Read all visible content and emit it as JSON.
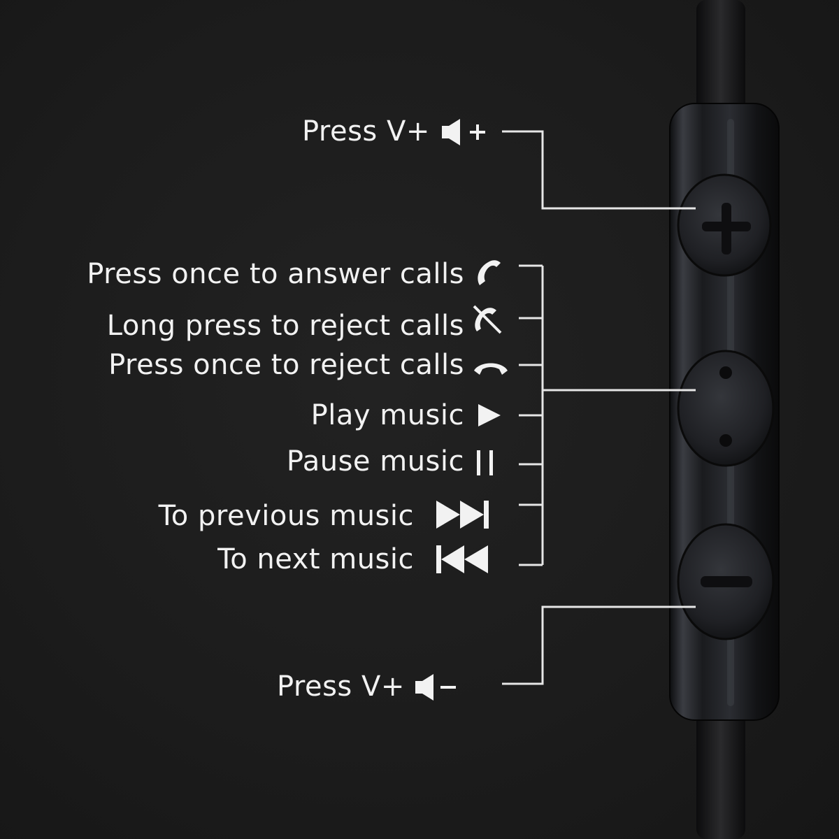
{
  "labels": {
    "volume_up": "Press V+",
    "answer": "Press once to answer calls",
    "long_reject": "Long press to reject calls",
    "reject": "Press once to reject calls",
    "play": "Play music",
    "pause": "Pause music",
    "previous": "To previous music",
    "next": "To next music",
    "volume_down": "Press V+"
  },
  "icons": {
    "volume_up": "speaker-plus-icon",
    "answer": "phone-handset-icon",
    "long_reject": "phone-crossed-icon",
    "reject": "phone-hangup-icon",
    "play": "play-icon",
    "pause": "pause-icon",
    "previous": "skip-forward-icon",
    "next": "skip-back-icon",
    "volume_down": "speaker-minus-icon"
  },
  "colors": {
    "background": "#1b1b1b",
    "text": "#f2f2f2",
    "line": "#e6e6e6",
    "remote": "#2a2c31"
  }
}
